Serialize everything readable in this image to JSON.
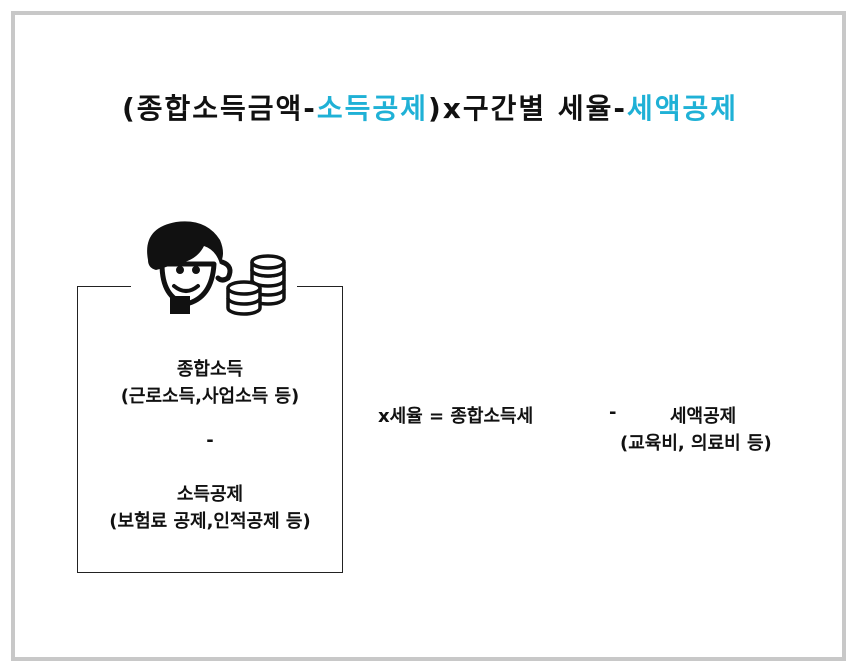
{
  "title": {
    "open_paren": "(",
    "part1": "종합소득금액-",
    "part2": "소득공제",
    "part3": ")x구간별 세율-",
    "part4": "세액공제"
  },
  "left_box": {
    "line1": "종합소득",
    "line2": "(근로소득,사업소득 등)",
    "minus": "-",
    "line3": "소득공제",
    "line4": "(보험료 공제,인적공제 등)"
  },
  "equation": {
    "result": "x세율 = 종합소득세",
    "minus": "-",
    "credit": "세액공제",
    "credit_note": "(교육비, 의료비 등)"
  },
  "icons": {
    "person": "person-icon",
    "coins": "coins-icon"
  },
  "colors": {
    "accent": "#1fb1d6",
    "frame": "#c8c8c8",
    "text": "#111111"
  }
}
